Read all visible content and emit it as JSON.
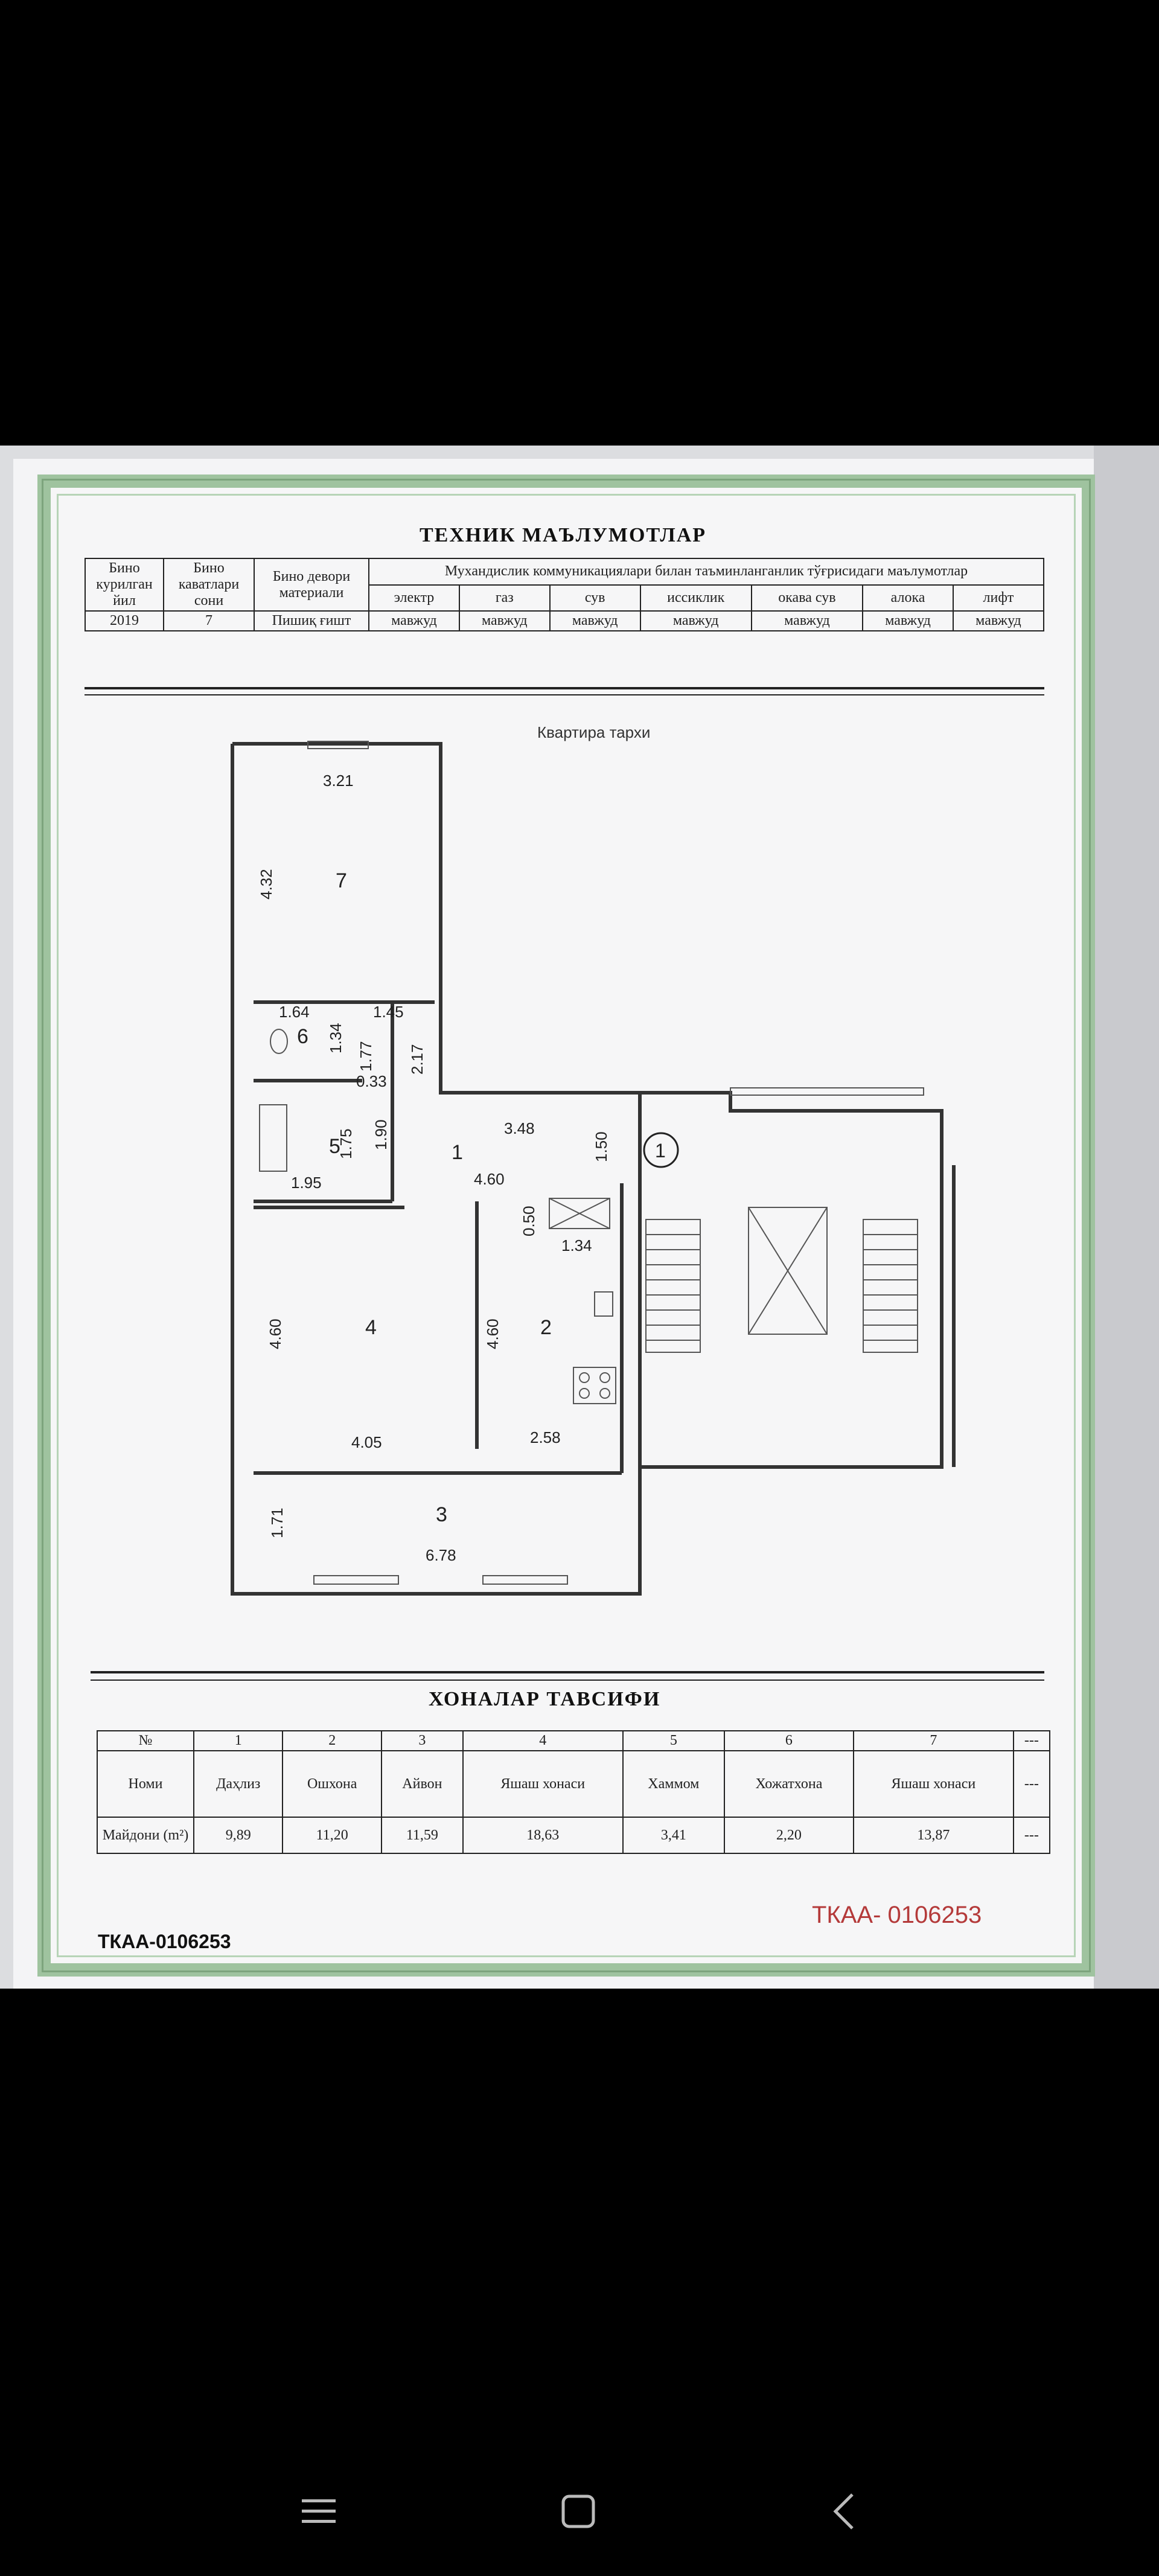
{
  "tech": {
    "title": "ТЕХНИК МАЪЛУМОТЛАР",
    "col1": "Бино курилган йил",
    "col2": "Бино каватлари сони",
    "col3": "Бино девори материали",
    "comm_header": "Мухандислик коммуникациялари билан таъминланганлик тўғрисидаги маълумотлар",
    "utilities": [
      "электр",
      "газ",
      "сув",
      "иссиклик",
      "окава сув",
      "алока",
      "лифт"
    ],
    "year": "2019",
    "floors": "7",
    "material": "Пишиқ ғишт",
    "utility_values": [
      "мавжуд",
      "мавжуд",
      "мавжуд",
      "мавжуд",
      "мавжуд",
      "мавжуд",
      "мавжуд"
    ]
  },
  "plan": {
    "title": "Квартира тархи",
    "rooms": [
      "1",
      "2",
      "3",
      "4",
      "5",
      "6",
      "7"
    ],
    "dims": [
      "3.21",
      "4.32",
      "1.64",
      "1.45",
      "1.34",
      "1.77",
      "2.17",
      "0.33",
      "1.75",
      "1.90",
      "1.95",
      "3.48",
      "1.50",
      "4.60",
      "0.50",
      "1.34",
      "4.60",
      "4.60",
      "4.05",
      "2.58",
      "1.71",
      "6.78"
    ],
    "section_marker": "1"
  },
  "rooms_table": {
    "title": "ХОНАЛАР ТАВСИФИ",
    "row_label_no": "№",
    "row_label_name": "Номи",
    "row_label_area": "Майдони (m²)",
    "numbers": [
      "1",
      "2",
      "3",
      "4",
      "5",
      "6",
      "7",
      "---"
    ],
    "names": [
      "Даҳлиз",
      "Ошхона",
      "Айвон",
      "Яшаш хонаси",
      "Хаммом",
      "Хожатхона",
      "Яшаш хонаси",
      "---"
    ],
    "areas": [
      "9,89",
      "11,20",
      "11,59",
      "18,63",
      "3,41",
      "2,20",
      "13,87",
      "---"
    ]
  },
  "serial": {
    "left": "ТКАА-0106253",
    "right_prefix": "ТКАА-",
    "right_number": "0106253"
  },
  "navbar": {
    "icons": [
      "menu-icon",
      "home-square-icon",
      "back-chevron-icon"
    ]
  }
}
